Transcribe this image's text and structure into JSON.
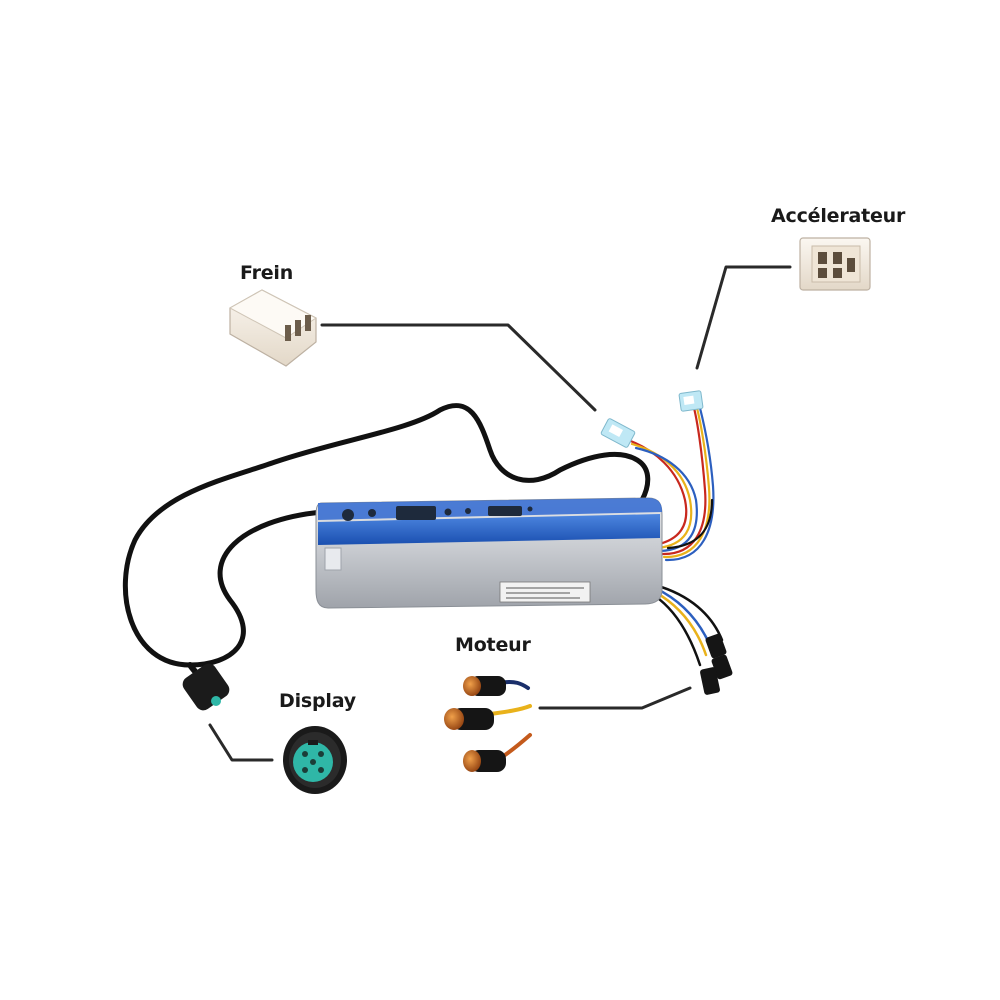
{
  "labels": {
    "frein": "Frein",
    "accelerateur": "Accélerateur",
    "moteur": "Moteur",
    "display": "Display"
  },
  "colors": {
    "background": "#ffffff",
    "callout_line": "#2a2a2a",
    "controller_blue": "#1f5fc9",
    "controller_silver": "#c9ccd1",
    "connector_white": "#f4ece2",
    "connector_teal": "#2fb7a7",
    "motor_bullet_copper": "#c8641c",
    "cable_black": "#111111",
    "wire_yellow": "#e9b21b",
    "wire_blue": "#2c5fbf",
    "wire_red": "#c8281e",
    "wire_connector_lightblue": "#bfe8f5"
  },
  "icons": {
    "brake_connector": "white-3-pin-connector",
    "throttle_connector": "white-multi-pin-connector",
    "display_connector": "round-waterproof-connector",
    "motor_connectors": "bullet-connectors",
    "controller": "aluminium-controller-box"
  }
}
